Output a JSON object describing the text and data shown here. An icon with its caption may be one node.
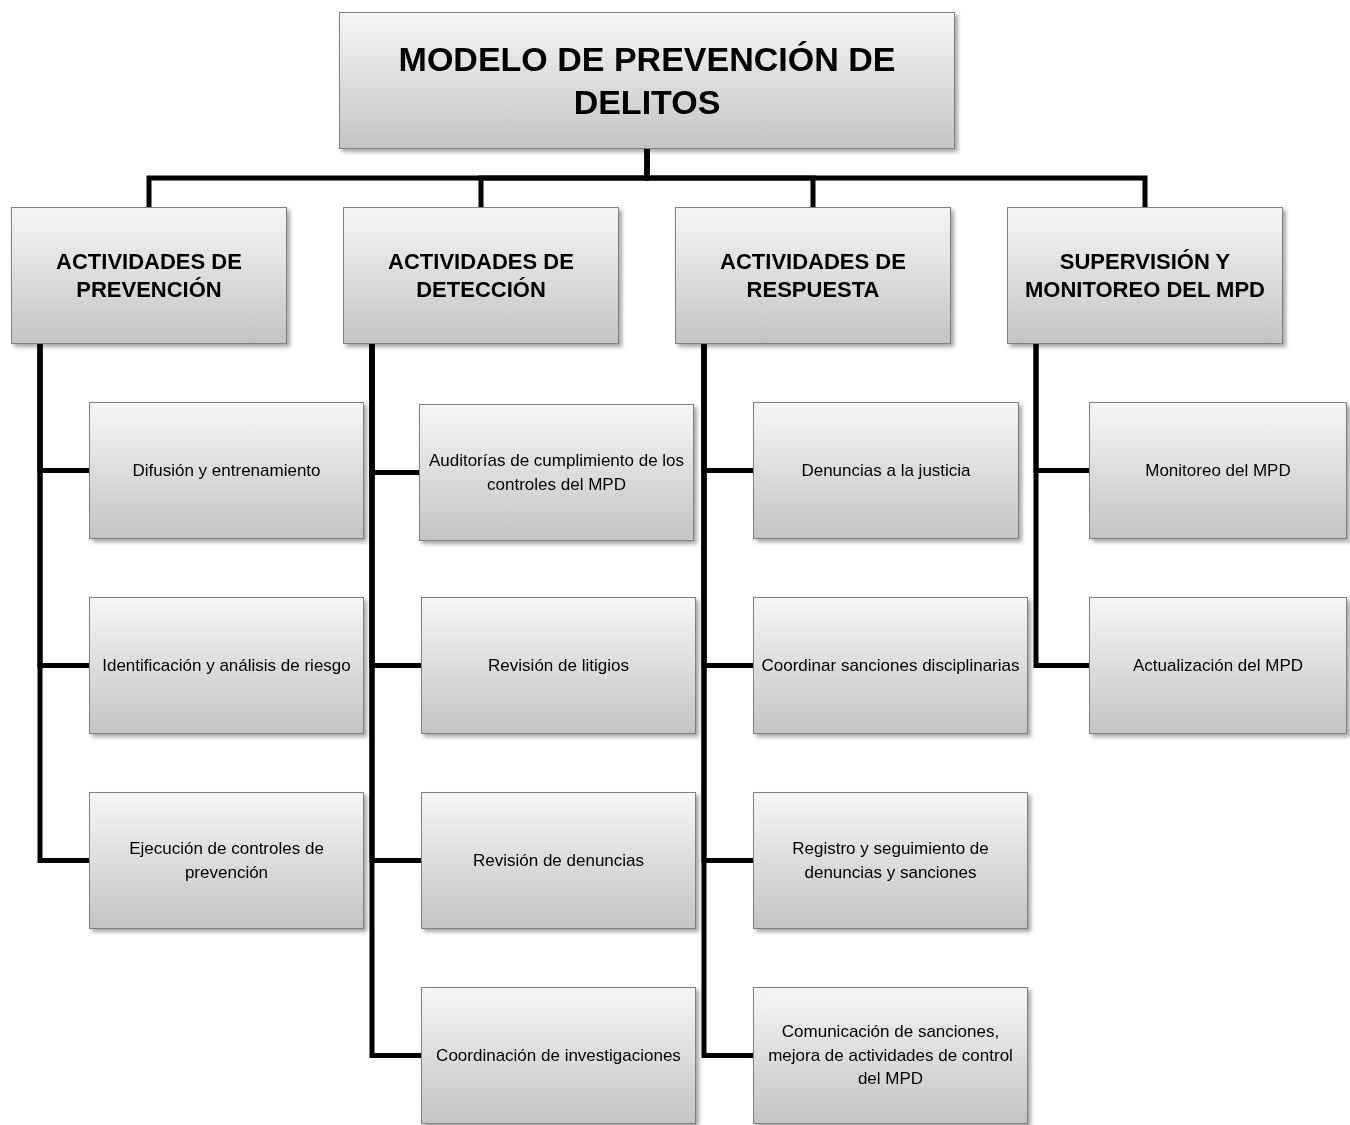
{
  "diagram": {
    "nodes": [
      {
        "text": [
          "MODELO DE PREVENCIÓN DE DELITOS"
        ]
      },
      {
        "text": [
          "ACTIVIDADES DE PREVENCIÓN"
        ]
      },
      {
        "text": [
          "ACTIVIDADES DE DETECCIÓN"
        ]
      },
      {
        "text": [
          "ACTIVIDADES DE RESPUESTA"
        ]
      },
      {
        "text": [
          "SUPERVISIÓN Y MONITOREO DEL MPD"
        ]
      },
      {
        "text": [
          "Difusión y entrenamiento"
        ]
      },
      {
        "text": [
          "Identificación y análisis de riesgo"
        ]
      },
      {
        "text": [
          "Ejecución de controles de prevención"
        ]
      },
      {
        "text": [
          "Auditorías de cumplimiento de los controles del MPD"
        ]
      },
      {
        "text": [
          "Revisión de litigios"
        ]
      },
      {
        "text": [
          "Revisión de denuncias"
        ]
      },
      {
        "text": [
          "Coordinación de investigaciones"
        ]
      },
      {
        "text": [
          "Denuncias a la justicia"
        ]
      },
      {
        "text": [
          "Coordinar sanciones disciplinarias"
        ]
      },
      {
        "text": [
          "Registro y seguimiento de denuncias y sanciones"
        ]
      },
      {
        "text": [
          "Comunicación de sanciones, mejora de actividades de control del MPD"
        ]
      },
      {
        "text": [
          "Monitoreo del MPD"
        ]
      },
      {
        "text": [
          "Actualización del MPD"
        ]
      }
    ],
    "edges": [
      {
        "from": 0,
        "to": 1,
        "arrow": "none"
      },
      {
        "from": 0,
        "to": 2,
        "arrow": "none"
      },
      {
        "from": 0,
        "to": 3,
        "arrow": "none"
      },
      {
        "from": 0,
        "to": 4,
        "arrow": "none"
      },
      {
        "from": 1,
        "to": 5,
        "arrow": "none"
      },
      {
        "from": 1,
        "to": 6,
        "arrow": "none"
      },
      {
        "from": 1,
        "to": 7,
        "arrow": "none"
      },
      {
        "from": 2,
        "to": 8,
        "arrow": "none"
      },
      {
        "from": 2,
        "to": 9,
        "arrow": "none"
      },
      {
        "from": 2,
        "to": 10,
        "arrow": "none"
      },
      {
        "from": 2,
        "to": 11,
        "arrow": "none"
      },
      {
        "from": 3,
        "to": 12,
        "arrow": "none"
      },
      {
        "from": 3,
        "to": 13,
        "arrow": "none"
      },
      {
        "from": 3,
        "to": 14,
        "arrow": "none"
      },
      {
        "from": 3,
        "to": 15,
        "arrow": "none"
      },
      {
        "from": 4,
        "to": 16,
        "arrow": "none"
      },
      {
        "from": 4,
        "to": 17,
        "arrow": "none"
      }
    ]
  }
}
